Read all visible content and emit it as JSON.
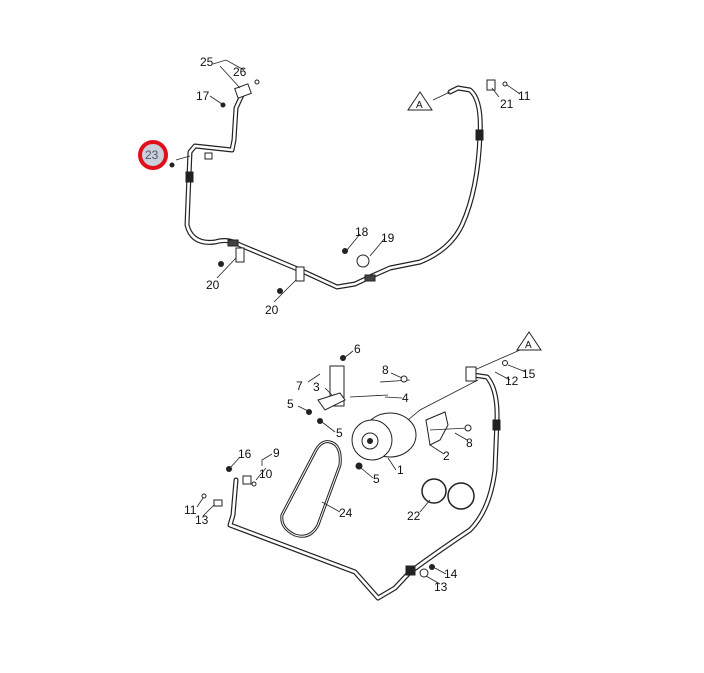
{
  "diagram": {
    "callouts_top": [
      "25",
      "26",
      "17",
      "23",
      "21",
      "11",
      "18",
      "19",
      "20",
      "20"
    ],
    "callouts_bottom": [
      "6",
      "7",
      "3",
      "8",
      "4",
      "5",
      "5",
      "12",
      "15",
      "8",
      "2",
      "1",
      "5",
      "16",
      "9",
      "10",
      "11",
      "13",
      "24",
      "22",
      "14",
      "13"
    ],
    "view_marker": "A",
    "highlighted_callout": "23",
    "highlight_color": "#e0101a",
    "highlight_fill": "#c8d0dc"
  }
}
